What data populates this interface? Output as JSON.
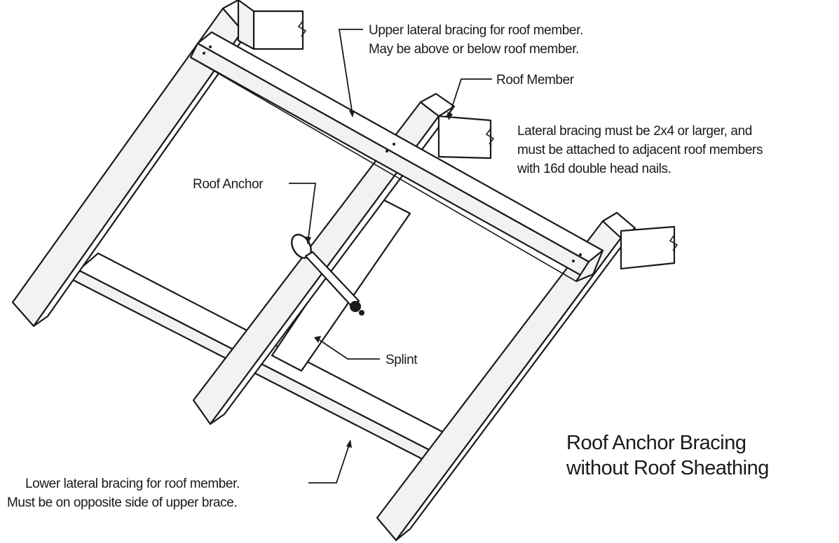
{
  "labels": {
    "upper_bracing_line1": "Upper lateral bracing for roof member.",
    "upper_bracing_line2": "May be above or below roof member.",
    "roof_member": "Roof Member",
    "lateral_note_line1": "Lateral bracing must be 2x4 or larger, and",
    "lateral_note_line2": "must be attached to adjacent roof members",
    "lateral_note_line3": "with 16d double head nails.",
    "roof_anchor": "Roof Anchor",
    "splint": "Splint",
    "lower_bracing_line1": "Lower lateral bracing for roof member.",
    "lower_bracing_line2": "Must be on opposite side of upper brace."
  },
  "title": {
    "line1": "Roof Anchor Bracing",
    "line2": "without Roof Sheathing"
  },
  "colors": {
    "ink": "#1a1a1a",
    "background": "#ffffff",
    "side_face": "#f2f2f2"
  }
}
